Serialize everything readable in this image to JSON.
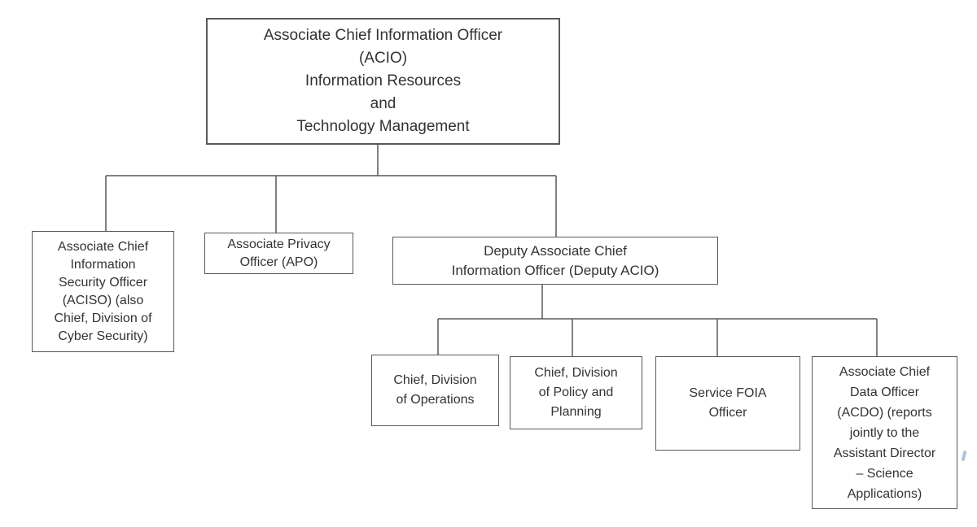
{
  "diagram": {
    "type": "org-chart",
    "background": "#ffffff",
    "line_color": "#595959",
    "text_color": "#333333",
    "stray_mark_color": "#8fb1d8"
  },
  "nodes": {
    "acio": {
      "label": "Associate Chief Information Officer\n(ACIO)\nInformation Resources\nand\nTechnology Management",
      "reports_to": null
    },
    "aciso": {
      "label": "Associate Chief\nInformation\nSecurity Officer\n(ACISO) (also\nChief, Division of\nCyber Security)",
      "reports_to": "acio"
    },
    "apo": {
      "label": "Associate Privacy\nOfficer (APO)",
      "reports_to": "acio"
    },
    "deputy": {
      "label": "Deputy Associate Chief\nInformation Officer (Deputy ACIO)",
      "reports_to": "acio"
    },
    "operations": {
      "label": "Chief, Division\nof Operations",
      "reports_to": "deputy"
    },
    "policy": {
      "label": "Chief, Division\nof Policy and\nPlanning",
      "reports_to": "deputy"
    },
    "foia": {
      "label": "Service FOIA\nOfficer",
      "reports_to": "deputy"
    },
    "acdo": {
      "label": "Associate Chief\nData Officer\n(ACDO) (reports\njointly to the\nAssistant Director\n– Science\nApplications)",
      "reports_to": "deputy"
    }
  }
}
